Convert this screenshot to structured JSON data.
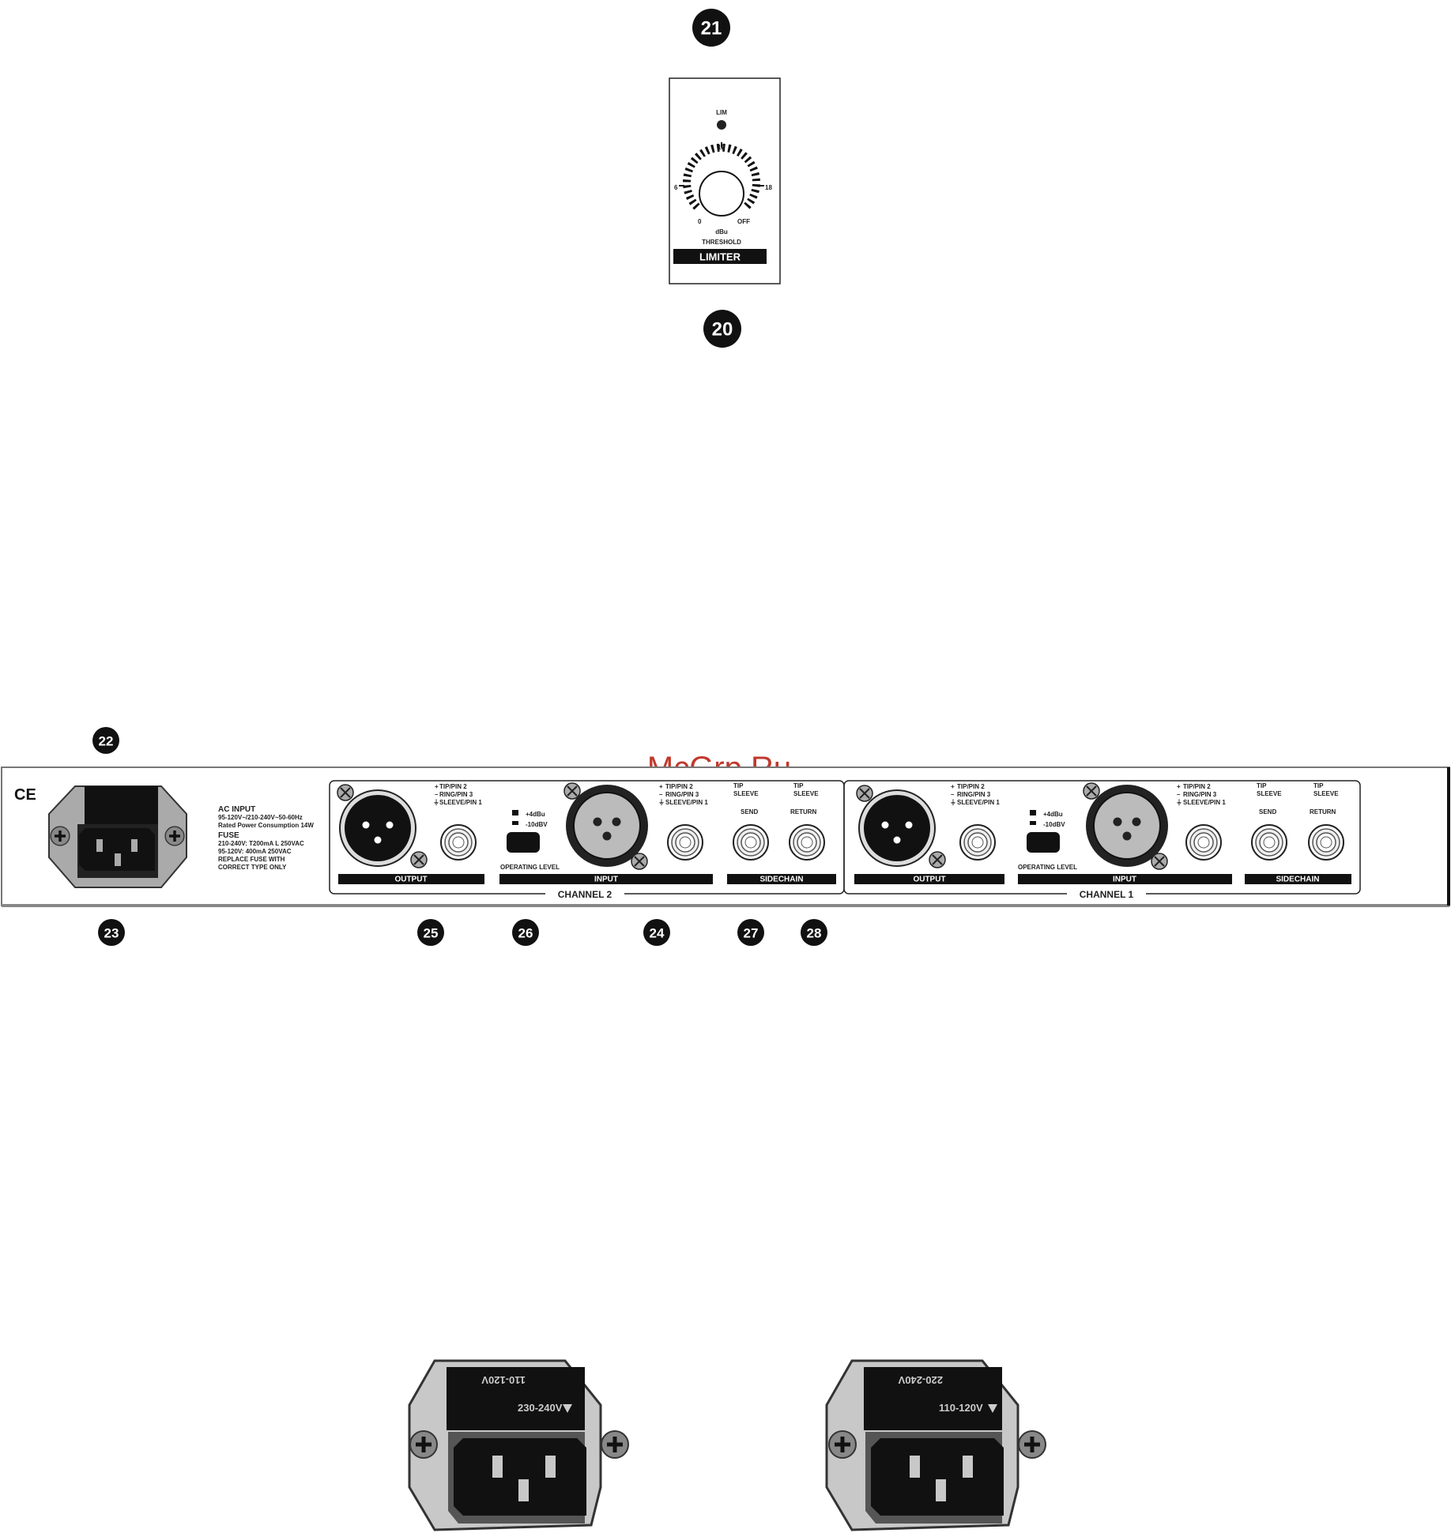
{
  "callouts": {
    "c21": "21",
    "c20": "20",
    "c22": "22",
    "c23": "23",
    "c25": "25",
    "c26": "26",
    "c24": "24",
    "c27": "27",
    "c28": "28"
  },
  "limiter_panel": {
    "lim_led": "LIM",
    "scale_top": "12",
    "scale_left": "6",
    "scale_right": "18",
    "scale_zero": "0",
    "scale_off": "OFF",
    "unit": "dBu",
    "threshold": "THRESHOLD",
    "title": "LIMITER"
  },
  "watermark": "McGrp.Ru",
  "rear_panel": {
    "ce_mark": "CE",
    "ac_info": {
      "title": "AC INPUT",
      "line1": "95-120V~/210-240V~50-60Hz",
      "line2": "Rated Power Consumption 14W",
      "fuse_title": "FUSE",
      "line3": "210-240V: T200mA L 250VAC",
      "line4": "95-120V: 400mA 250VAC",
      "line5": "REPLACE FUSE WITH",
      "line6": "CORRECT TYPE ONLY"
    },
    "wiring": {
      "tip_pin2": "TIP/PIN 2",
      "ring_pin3": "RING/PIN 3",
      "sleeve_pin1": "SLEEVE/PIN 1",
      "tip": "TIP",
      "sleeve": "SLEEVE"
    },
    "operating_level": {
      "plus4": "+4dBu",
      "minus10": "-10dBV",
      "label": "OPERATING LEVEL"
    },
    "send": "SEND",
    "return": "RETURN",
    "bars": {
      "output": "OUTPUT",
      "input": "INPUT",
      "sidechain": "SIDECHAIN"
    },
    "channel2": "CHANNEL 2",
    "channel1": "CHANNEL 1"
  },
  "voltage_selectors": [
    {
      "top": "110-120V",
      "bottom": "230-240V"
    },
    {
      "top": "220-240V",
      "bottom": "110-120V"
    }
  ]
}
